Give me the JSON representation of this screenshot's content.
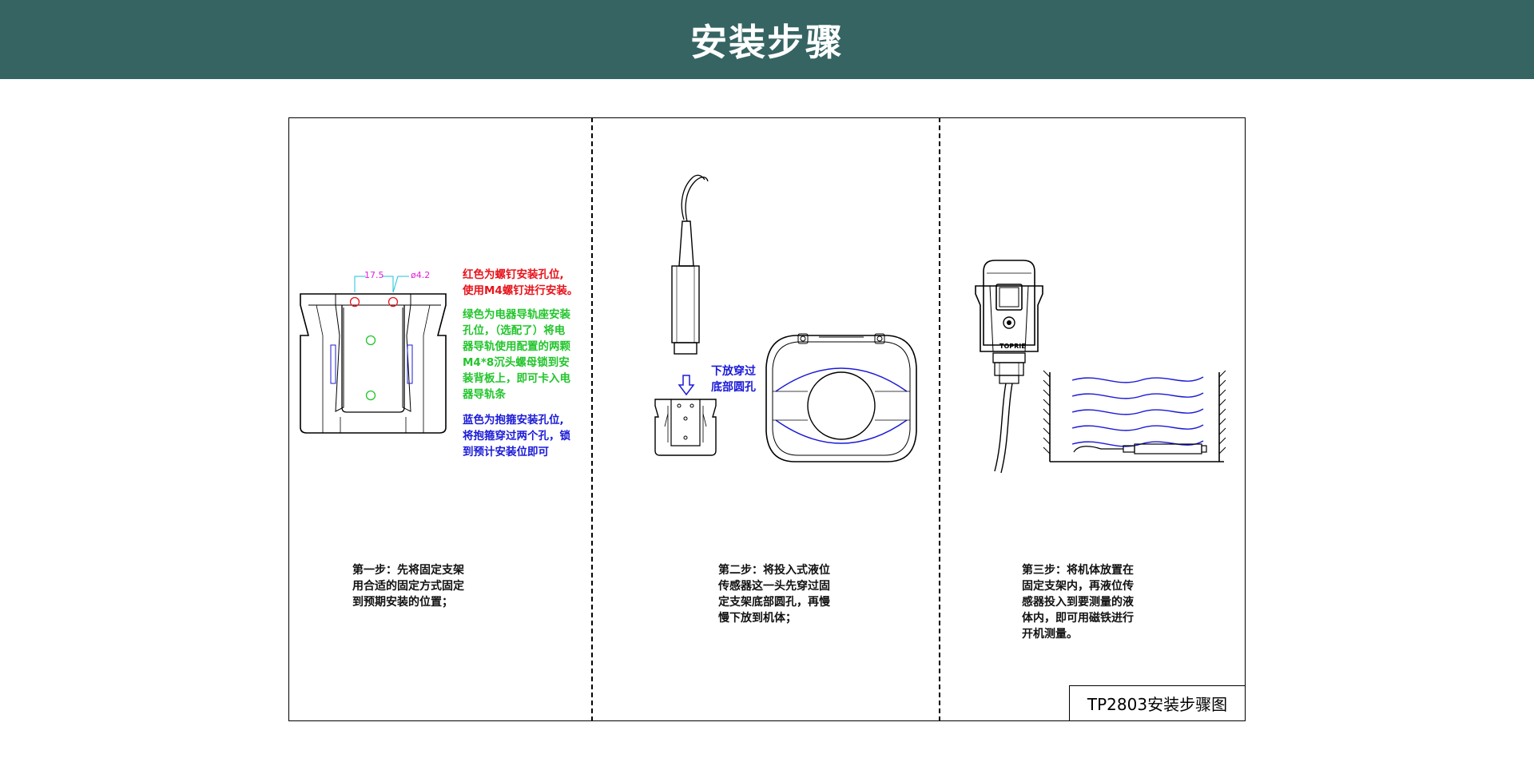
{
  "header": {
    "title": "安装步骤"
  },
  "step1": {
    "caption": "第一步：先将固定支架\n用合适的固定方式固定\n到预期安装的位置；",
    "note_red": "红色为螺钉安装孔位,\n使用M4螺钉进行安装。",
    "note_green": "绿色为电器导轨座安装\n孔位，（选配了）将电\n器导轨使用配置的两颗\nM4*8沉头螺母锁到安\n装背板上，即可卡入电\n器导轨条",
    "note_blue": "蓝色为抱箍安装孔位,\n将抱箍穿过两个孔，锁\n到预计安装位即可",
    "dim_spacing": "17.5",
    "dim_hole": "ø4.2"
  },
  "step2": {
    "caption": "第二步：将投入式液位\n传感器这一头先穿过固\n定支架底部圆孔，再慢\n慢下放到机体；",
    "drop_note": "下放穿过\n底部圆孔"
  },
  "step3": {
    "caption": "第三步：将机体放置在\n固定支架内，再液位传\n感器投入到要测量的液\n体内，即可用磁铁进行\n开机测量。",
    "brand": "TOPRIE"
  },
  "title_block": "TP2803安装步骤图",
  "colors": {
    "header_bg": "#356462",
    "red": "#e8131b",
    "green": "#22c52c",
    "blue": "#1a1ad8",
    "dim": "#e020e0",
    "dim_leader": "#19c3d8"
  }
}
